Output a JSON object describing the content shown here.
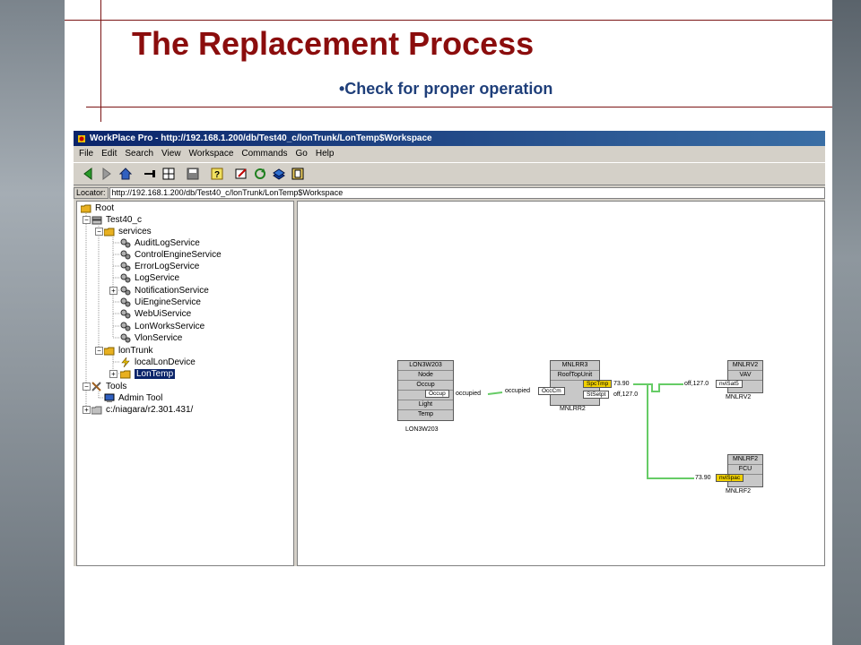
{
  "slide": {
    "title": "The Replacement Process",
    "bullet": "•Check for proper operation"
  },
  "window": {
    "title": "WorkPlace Pro - http://192.168.1.200/db/Test40_c/lonTrunk/LonTemp$Workspace",
    "menu": [
      "File",
      "Edit",
      "Search",
      "View",
      "Workspace",
      "Commands",
      "Go",
      "Help"
    ],
    "locator_label": "Locator:",
    "locator_value": "http://192.168.1.200/db/Test40_c/lonTrunk/LonTemp$Workspace",
    "toolbar_icons": [
      "back-arrow-icon",
      "forward-arrow-icon",
      "home-icon",
      "link-icon",
      "grid-icon",
      "save-icon",
      "help-icon",
      "edit-icon",
      "refresh-icon",
      "layers-icon",
      "panel-icon"
    ]
  },
  "tree": {
    "items": [
      {
        "label": "Root",
        "icon": "folder-icon"
      },
      {
        "label": "Test40_c",
        "icon": "station-icon"
      },
      {
        "label": "services",
        "icon": "folder-icon"
      },
      {
        "label": "AuditLogService",
        "icon": "gears-icon"
      },
      {
        "label": "ControlEngineService",
        "icon": "gears-icon"
      },
      {
        "label": "ErrorLogService",
        "icon": "gears-icon"
      },
      {
        "label": "LogService",
        "icon": "gears-icon"
      },
      {
        "label": "NotificationService",
        "icon": "gears-icon"
      },
      {
        "label": "UiEngineService",
        "icon": "gears-icon"
      },
      {
        "label": "WebUiService",
        "icon": "gears-icon"
      },
      {
        "label": "LonWorksService",
        "icon": "gears-icon"
      },
      {
        "label": "VlonService",
        "icon": "gears-icon"
      },
      {
        "label": "lonTrunk",
        "icon": "folder-icon"
      },
      {
        "label": "localLonDevice",
        "icon": "lightning-icon"
      },
      {
        "label": "LonTemp",
        "icon": "folder-icon"
      },
      {
        "label": "Tools",
        "icon": "tools-icon"
      },
      {
        "label": "Admin Tool",
        "icon": "computer-icon"
      },
      {
        "label": "c:/niagara/r2.301.431/",
        "icon": "folder-icon"
      }
    ]
  },
  "wiresheet": {
    "lon3w203": {
      "name": "LON3W203",
      "rows": [
        "Node",
        "Occup",
        "",
        "Light",
        "Temp"
      ],
      "port": "Occup",
      "port_value": "occupied",
      "label": "LON3W203"
    },
    "mnlrr3": {
      "name": "MNLRR3",
      "type": "RoofTopUnit",
      "in_port": "OccCm",
      "in_value": "occupied",
      "out1": "SpcTmp",
      "out1_value": "73.90",
      "out2": "StSetpt",
      "out2_value": "off,127.0",
      "label": "MNLRR2"
    },
    "mnlrv2": {
      "name": "MNLRV2",
      "type": "VAV",
      "in_port": "nviSat5",
      "in_value": "off,127.0",
      "label": "MNLRV2"
    },
    "mnlrf2": {
      "name": "MNLRF2",
      "type": "FCU",
      "in_port": "nviSpac",
      "in_value": "73.90",
      "label": "MNLRF2"
    },
    "wire_color": "#66cc66"
  }
}
